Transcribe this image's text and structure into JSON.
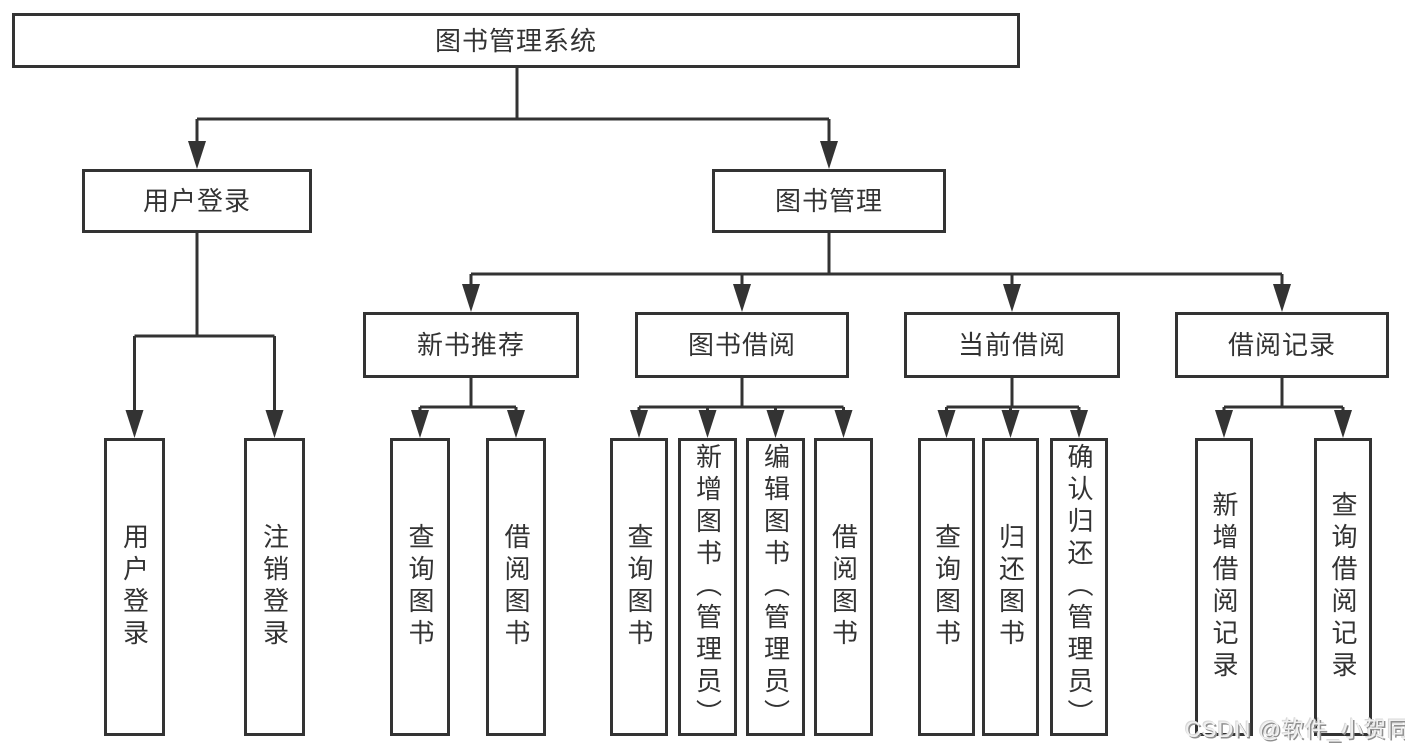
{
  "tree": {
    "root": {
      "label": "图书管理系统"
    },
    "user_login": {
      "label": "用户登录",
      "children": [
        {
          "label": "用户登录"
        },
        {
          "label": "注销登录"
        }
      ]
    },
    "book_management": {
      "label": "图书管理",
      "sections": [
        {
          "label": "新书推荐",
          "children": [
            {
              "label": "查询图书"
            },
            {
              "label": "借阅图书"
            }
          ]
        },
        {
          "label": "图书借阅",
          "children": [
            {
              "label": "查询图书"
            },
            {
              "label": "新增图书（管理员）"
            },
            {
              "label": "编辑图书（管理员）"
            },
            {
              "label": "借阅图书"
            }
          ]
        },
        {
          "label": "当前借阅",
          "children": [
            {
              "label": "查询图书"
            },
            {
              "label": "归还图书"
            },
            {
              "label": "确认归还（管理员）"
            }
          ]
        },
        {
          "label": "借阅记录",
          "children": [
            {
              "label": "新增借阅记录"
            },
            {
              "label": "查询借阅记录"
            }
          ]
        }
      ]
    }
  },
  "watermark": "CSDN @软件_小贺同学",
  "colors": {
    "line": "#333333",
    "box_border": "#333333",
    "text": "#333333",
    "background": "#ffffff"
  }
}
